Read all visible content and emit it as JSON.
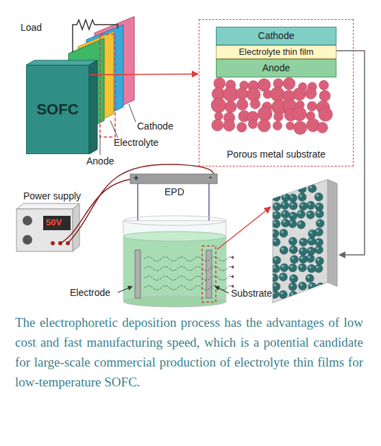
{
  "diagram": {
    "caption": "The electrophoretic deposition process has the advantages of low cost and fast manufacturing speed, which is a potential candidate for large-scale commercial production of electrolyte thin films for low-temperature SOFC.",
    "nodes": [
      {
        "text": [
          "SOFC"
        ]
      },
      {
        "text": [
          "Porous metal substrate"
        ]
      },
      {
        "text": [
          "Cathode"
        ],
        "in": 1
      },
      {
        "text": [
          "Electrolyte thin film"
        ],
        "in": 1
      },
      {
        "text": [
          "Anode"
        ],
        "in": 1
      }
    ],
    "edges": [
      {
        "from": 0,
        "to": 1,
        "arrow": "to"
      }
    ],
    "labels": [
      "Load",
      "Cathode",
      "Electrolyte",
      "Anode",
      "EPD",
      "+",
      "-",
      "Power supply",
      "50V",
      "Electrode",
      "Substrate"
    ]
  }
}
